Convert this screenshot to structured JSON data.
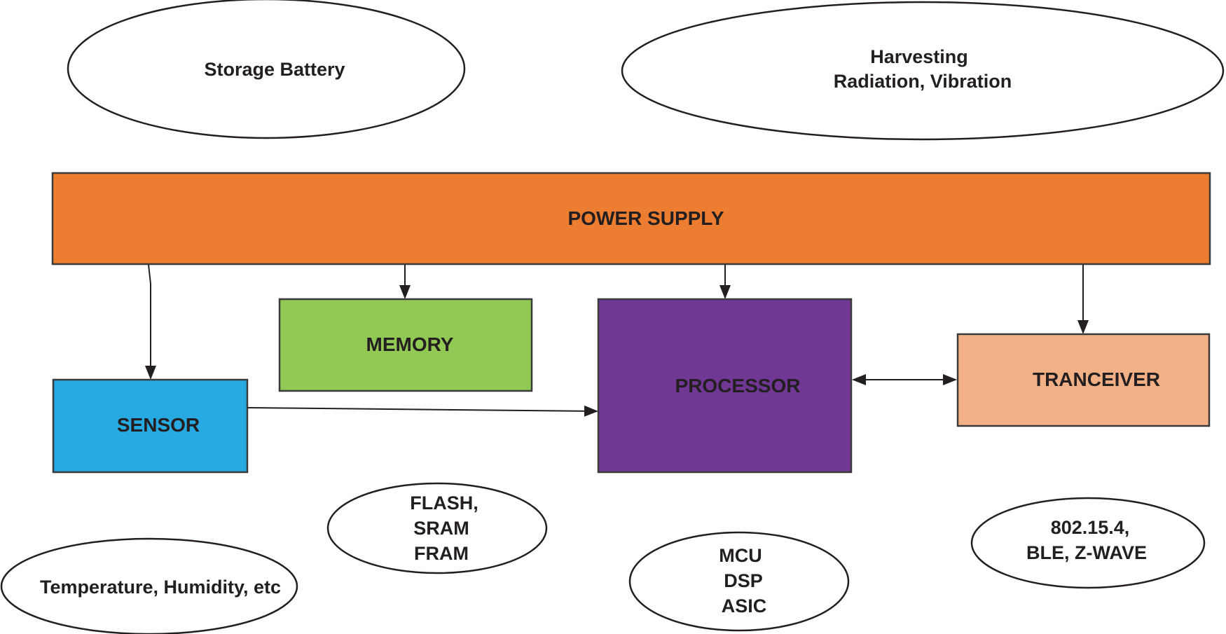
{
  "ellipses": {
    "storage_battery": [
      "Storage Battery"
    ],
    "harvesting": [
      "Harvesting",
      "Radiation, Vibration"
    ],
    "memory_types": [
      "FLASH,",
      "SRAM",
      "FRAM"
    ],
    "processor_types": [
      "MCU",
      "DSP",
      "ASIC"
    ],
    "radio_standards": [
      "802.15.4,",
      "BLE, Z-WAVE"
    ],
    "sensor_types": [
      "Temperature, Humidity, etc"
    ]
  },
  "blocks": {
    "power_supply": {
      "label": "POWER SUPPLY",
      "color": "#ec7d31"
    },
    "memory": {
      "label": "MEMORY",
      "color": "#92c955"
    },
    "processor": {
      "label": "PROCESSOR",
      "color": "#703795"
    },
    "sensor": {
      "label": "SENSOR",
      "color": "#27aae1"
    },
    "transceiver": {
      "label": "TRANCEIVER",
      "color": "#f1b085"
    }
  }
}
